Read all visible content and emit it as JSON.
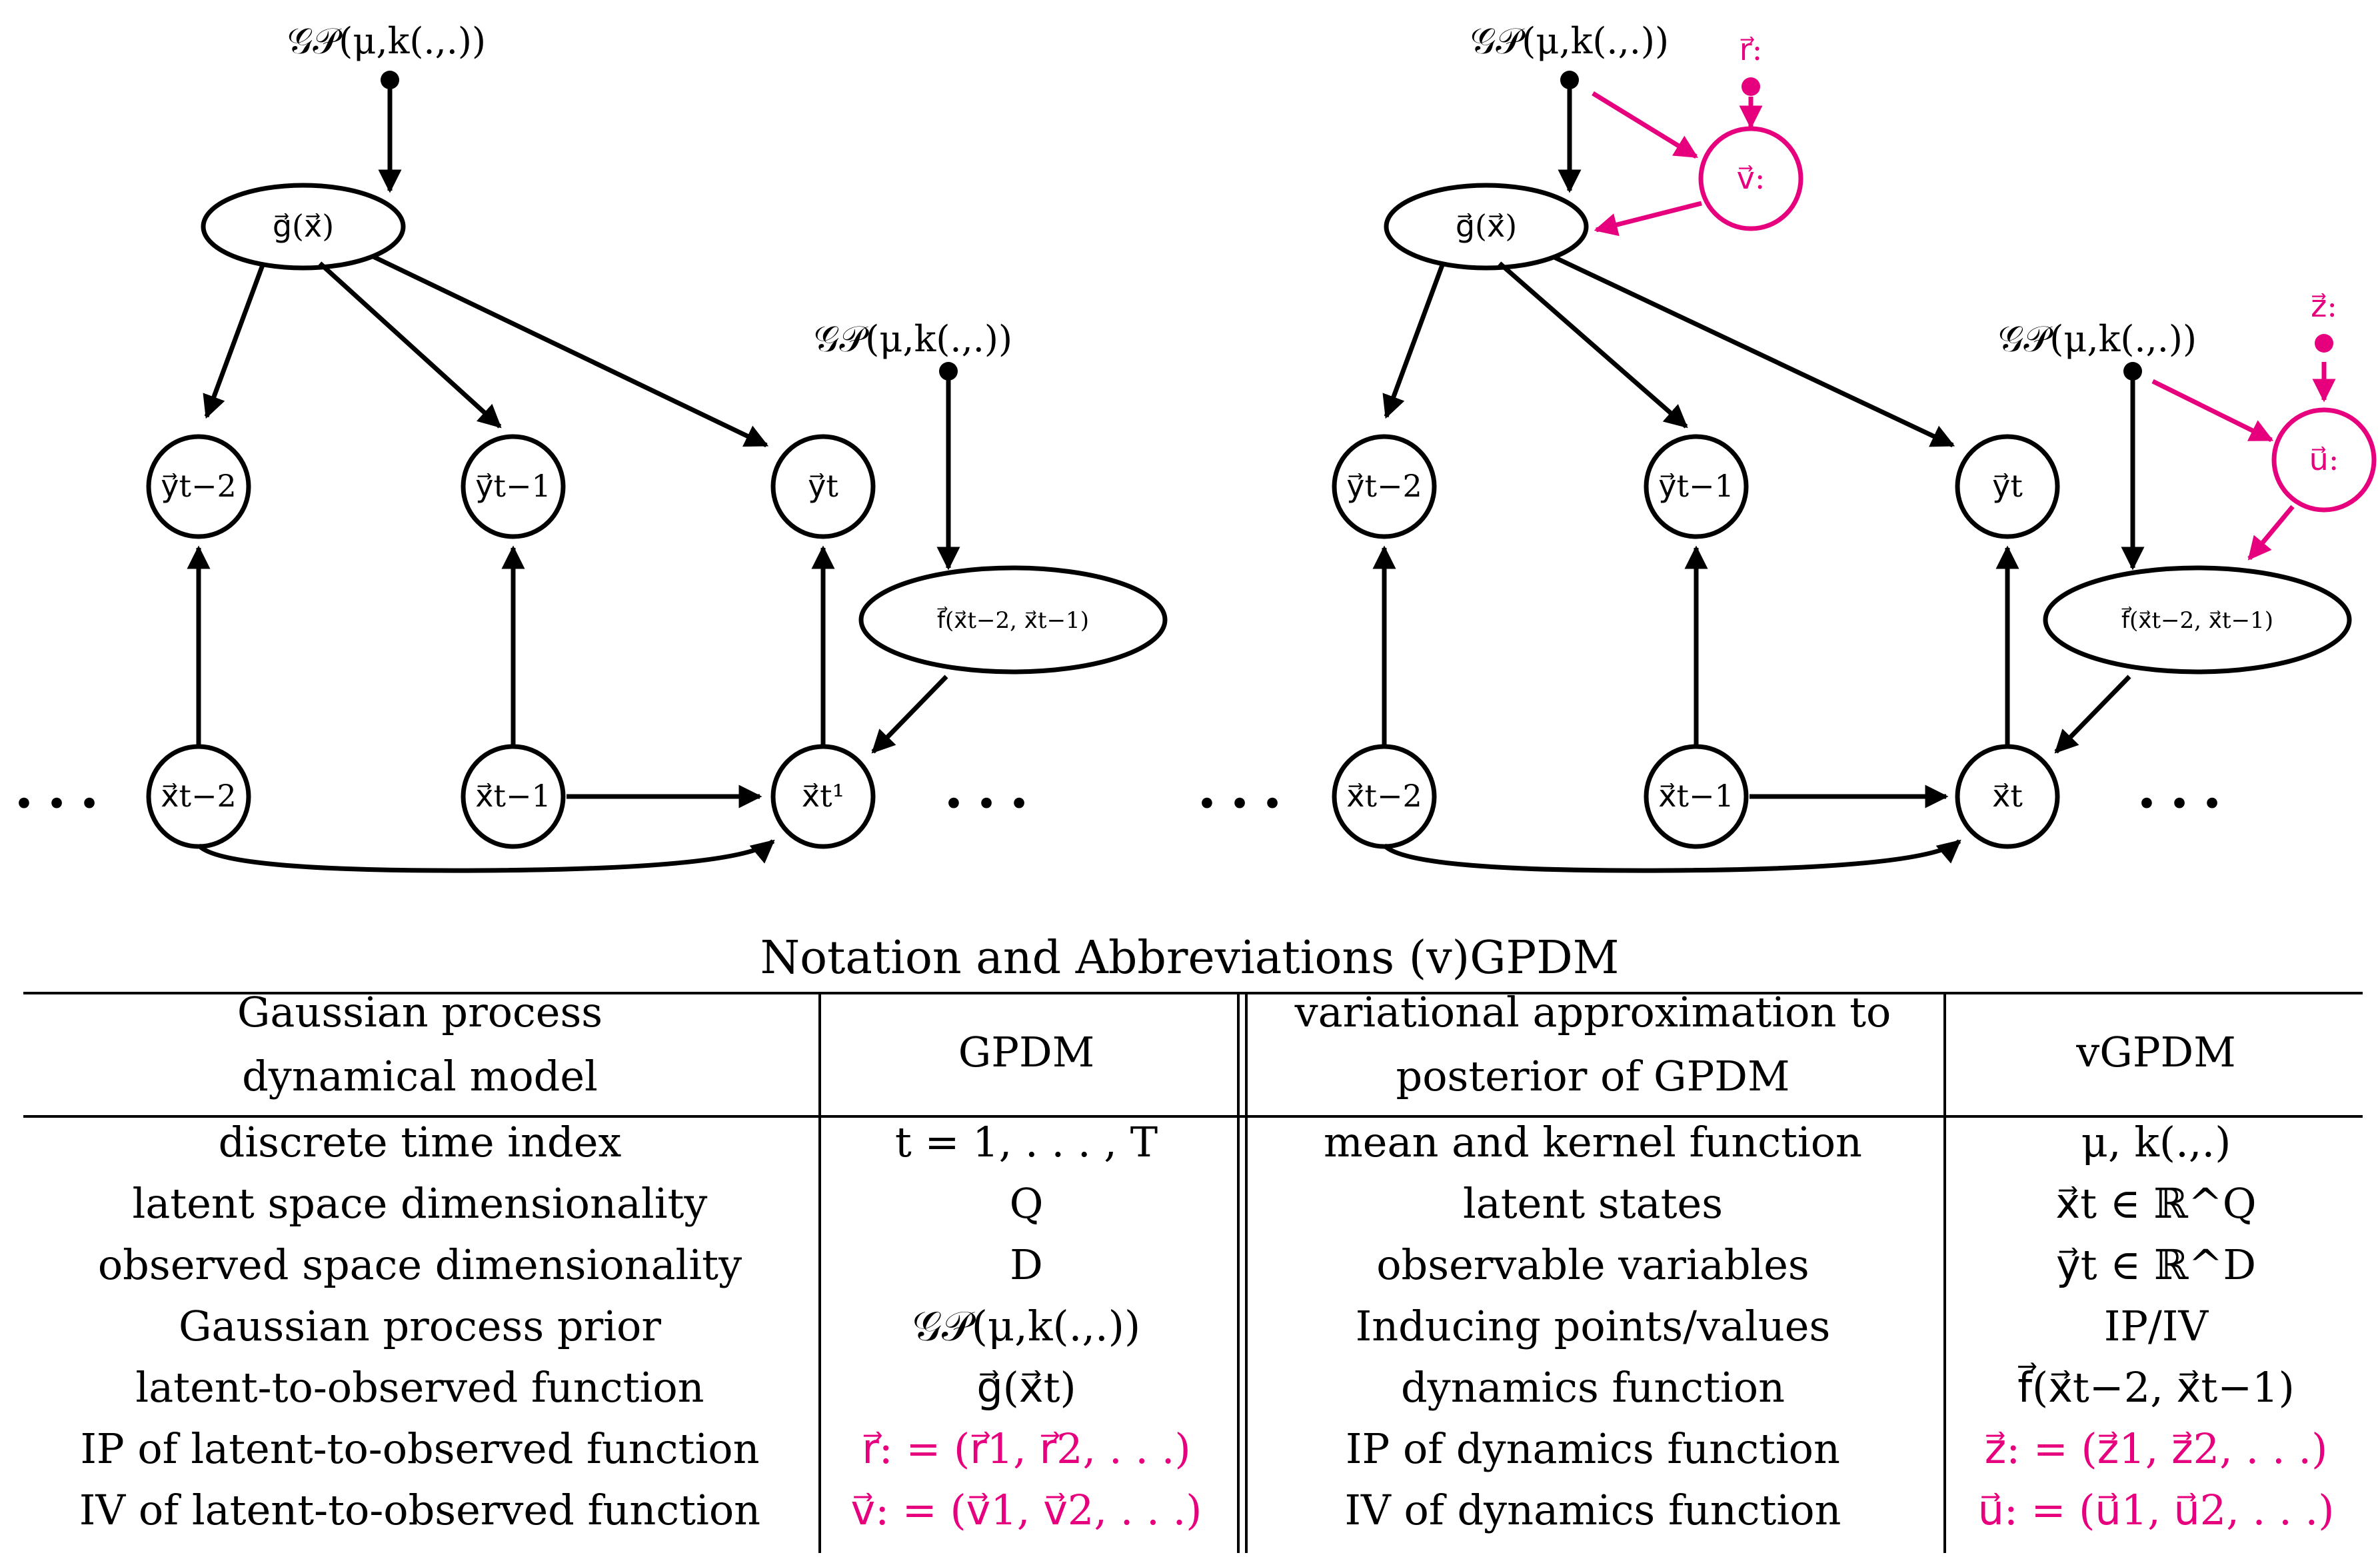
{
  "colors": {
    "ink": "#000000",
    "variational": "#e6007e",
    "background": "#ffffff"
  },
  "left_diagram": {
    "gp_prior_g": "𝒢𝒫(μ,k(.,.))",
    "gp_prior_f": "𝒢𝒫(μ,k(.,.))",
    "g_node": "g⃗(x⃗)",
    "f_node": "f⃗(x⃗t−2, x⃗t−1)",
    "y_nodes": [
      "y⃗t−2",
      "y⃗t−1",
      "y⃗t"
    ],
    "x_nodes": [
      "x⃗t−2",
      "x⃗t−1",
      "x⃗t¹"
    ],
    "ellipsis_left": "• • •",
    "ellipsis_right": "• • •"
  },
  "right_diagram": {
    "gp_prior_g": "𝒢𝒫(μ,k(.,.))",
    "gp_prior_f": "𝒢𝒫(μ,k(.,.))",
    "g_node": "g⃗(x⃗)",
    "f_node": "f⃗(x⃗t−2, x⃗t−1)",
    "y_nodes": [
      "y⃗t−2",
      "y⃗t−1",
      "y⃗t"
    ],
    "x_nodes": [
      "x⃗t−2",
      "x⃗t−1",
      "x⃗t"
    ],
    "r_label": "r⃗:",
    "v_node": "v⃗:",
    "z_label": "z⃗:",
    "u_node": "u⃗:",
    "ellipsis_left": "• • •",
    "ellipsis_right": "• • •"
  },
  "table": {
    "title": "Notation and Abbreviations (v)GPDM",
    "headers": [
      [
        "Gaussian process",
        "dynamical model"
      ],
      [
        "GPDM"
      ],
      [
        "variational approximation to",
        "posterior of GPDM"
      ],
      [
        "vGPDM"
      ]
    ],
    "rows": [
      {
        "c1": "discrete time index",
        "c2": "t = 1, . . . , T",
        "c3": "mean and kernel function",
        "c4": "μ,  k(.,.)",
        "c2_var": false,
        "c4_var": false
      },
      {
        "c1": "latent space dimensionality",
        "c2": "Q",
        "c3": "latent states",
        "c4": "x⃗t ∈ ℝ^Q",
        "c2_var": false,
        "c4_var": false
      },
      {
        "c1": "observed space dimensionality",
        "c2": "D",
        "c3": "observable variables",
        "c4": "y⃗t ∈ ℝ^D",
        "c2_var": false,
        "c4_var": false
      },
      {
        "c1": "Gaussian process prior",
        "c2": "𝒢𝒫(μ,k(.,.))",
        "c3": "Inducing points/values",
        "c4": "IP/IV",
        "c2_var": false,
        "c4_var": false
      },
      {
        "c1": "latent-to-observed function",
        "c2": "g⃗(x⃗t)",
        "c3": "dynamics function",
        "c4": "f⃗(x⃗t−2, x⃗t−1)",
        "c2_var": false,
        "c4_var": false
      },
      {
        "c1": "IP of latent-to-observed function",
        "c2": "r⃗: = (r⃗1, r⃗2, . . .)",
        "c3": "IP of dynamics function",
        "c4": "z⃗: = (z⃗1, z⃗2, . . .)",
        "c2_var": true,
        "c4_var": true
      },
      {
        "c1": "IV of latent-to-observed function",
        "c2": "v⃗: = (v⃗1, v⃗2, . . .)",
        "c3": "IV of dynamics function",
        "c4": "u⃗: = (u⃗1, u⃗2, . . .)",
        "c2_var": true,
        "c4_var": true
      }
    ]
  }
}
